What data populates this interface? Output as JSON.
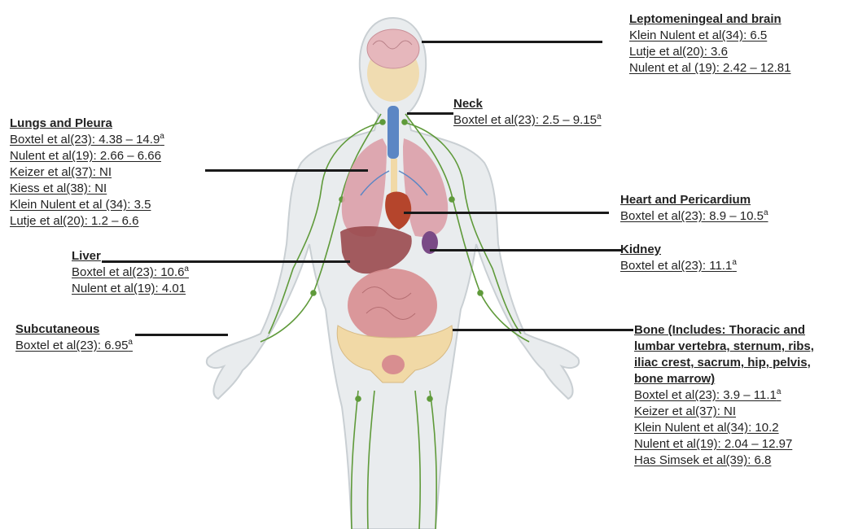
{
  "labels": {
    "brain": {
      "title": "Leptomeningeal and brain",
      "entries": [
        {
          "text": "Klein Nulent et al(34): 6.5",
          "sup": ""
        },
        {
          "text": "Lutje et al(20): 3.6",
          "sup": ""
        },
        {
          "text": "Nulent et al (19): 2.42 – 12.81",
          "sup": ""
        }
      ]
    },
    "neck": {
      "title": "Neck",
      "entries": [
        {
          "text": "Boxtel et al(23): 2.5 – 9.15",
          "sup": "a"
        }
      ]
    },
    "lungs": {
      "title": "Lungs and Pleura",
      "entries": [
        {
          "text": "Boxtel et al(23): 4.38 – 14.9",
          "sup": "a"
        },
        {
          "text": "Nulent et al(19): 2.66 – 6.66",
          "sup": ""
        },
        {
          "text": "Keizer et al(37): NI",
          "sup": ""
        },
        {
          "text": "Kiess et al(38): NI",
          "sup": ""
        },
        {
          "text": "Klein Nulent et al (34): 3.5",
          "sup": ""
        },
        {
          "text": "Lutje et al(20): 1.2 – 6.6",
          "sup": ""
        }
      ]
    },
    "heart": {
      "title": "Heart and Pericardium",
      "entries": [
        {
          "text": "Boxtel et al(23): 8.9 – 10.5",
          "sup": "a"
        }
      ]
    },
    "liver": {
      "title": "Liver",
      "entries": [
        {
          "text": "Boxtel et al(23): 10.6",
          "sup": "a"
        },
        {
          "text": "Nulent et al(19): 4.01",
          "sup": ""
        }
      ]
    },
    "kidney": {
      "title": "Kidney",
      "entries": [
        {
          "text": "Boxtel et al(23): 11.1",
          "sup": "a"
        }
      ]
    },
    "subcutaneous": {
      "title": "Subcutaneous",
      "entries": [
        {
          "text": "Boxtel et al(23): 6.95",
          "sup": "a"
        }
      ]
    },
    "bone": {
      "title_lines": [
        "Bone (Includes: Thoracic and",
        "lumbar vertebra, sternum, ribs,",
        "iliac crest, sacrum, hip, pelvis,",
        "bone marrow)"
      ],
      "entries": [
        {
          "text": "Boxtel et al(23): 3.9 – 11.1",
          "sup": "a"
        },
        {
          "text": "Keizer et al(37): NI",
          "sup": ""
        },
        {
          "text": "Klein Nulent et al(34): 10.2",
          "sup": ""
        },
        {
          "text": "Nulent et al(19): 2.04 – 12.97",
          "sup": ""
        },
        {
          "text": "Has Simsek et al(39): 6.8",
          "sup": ""
        }
      ]
    }
  },
  "colors": {
    "body_fill": "#e9ecee",
    "body_stroke": "#c9cfd3",
    "lymph": "#5f9a3a",
    "bone": "#f1d9a6",
    "brain": "#e6b7bc",
    "lung": "#dba0a8",
    "airway": "#5b86c4",
    "heart": "#b5452c",
    "liver": "#9a4a4e",
    "intestine": "#d88e90",
    "kidney": "#7a4a86",
    "leader": "#1a1a1a"
  }
}
